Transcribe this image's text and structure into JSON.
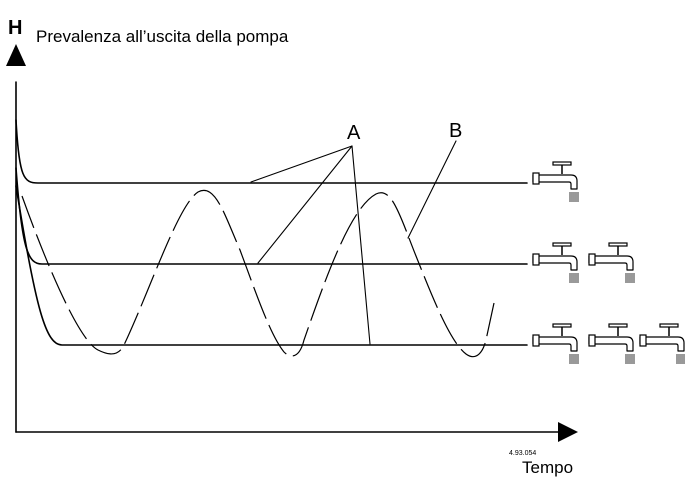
{
  "diagram": {
    "y_axis_letter": "H",
    "title": "Prevalenza all’uscita della pompa",
    "x_axis_label": "Tempo",
    "figure_code": "4.93.054",
    "callout_a": "A",
    "callout_b": "B",
    "levels": [
      {
        "name": "level-1",
        "open_taps": 1
      },
      {
        "name": "level-2",
        "open_taps": 2
      },
      {
        "name": "level-3",
        "open_taps": 3
      }
    ],
    "icons": {
      "tap": "water-tap-icon",
      "arrow": "arrow-head-icon"
    },
    "colors": {
      "line": "#000000",
      "background": "#ffffff"
    }
  }
}
